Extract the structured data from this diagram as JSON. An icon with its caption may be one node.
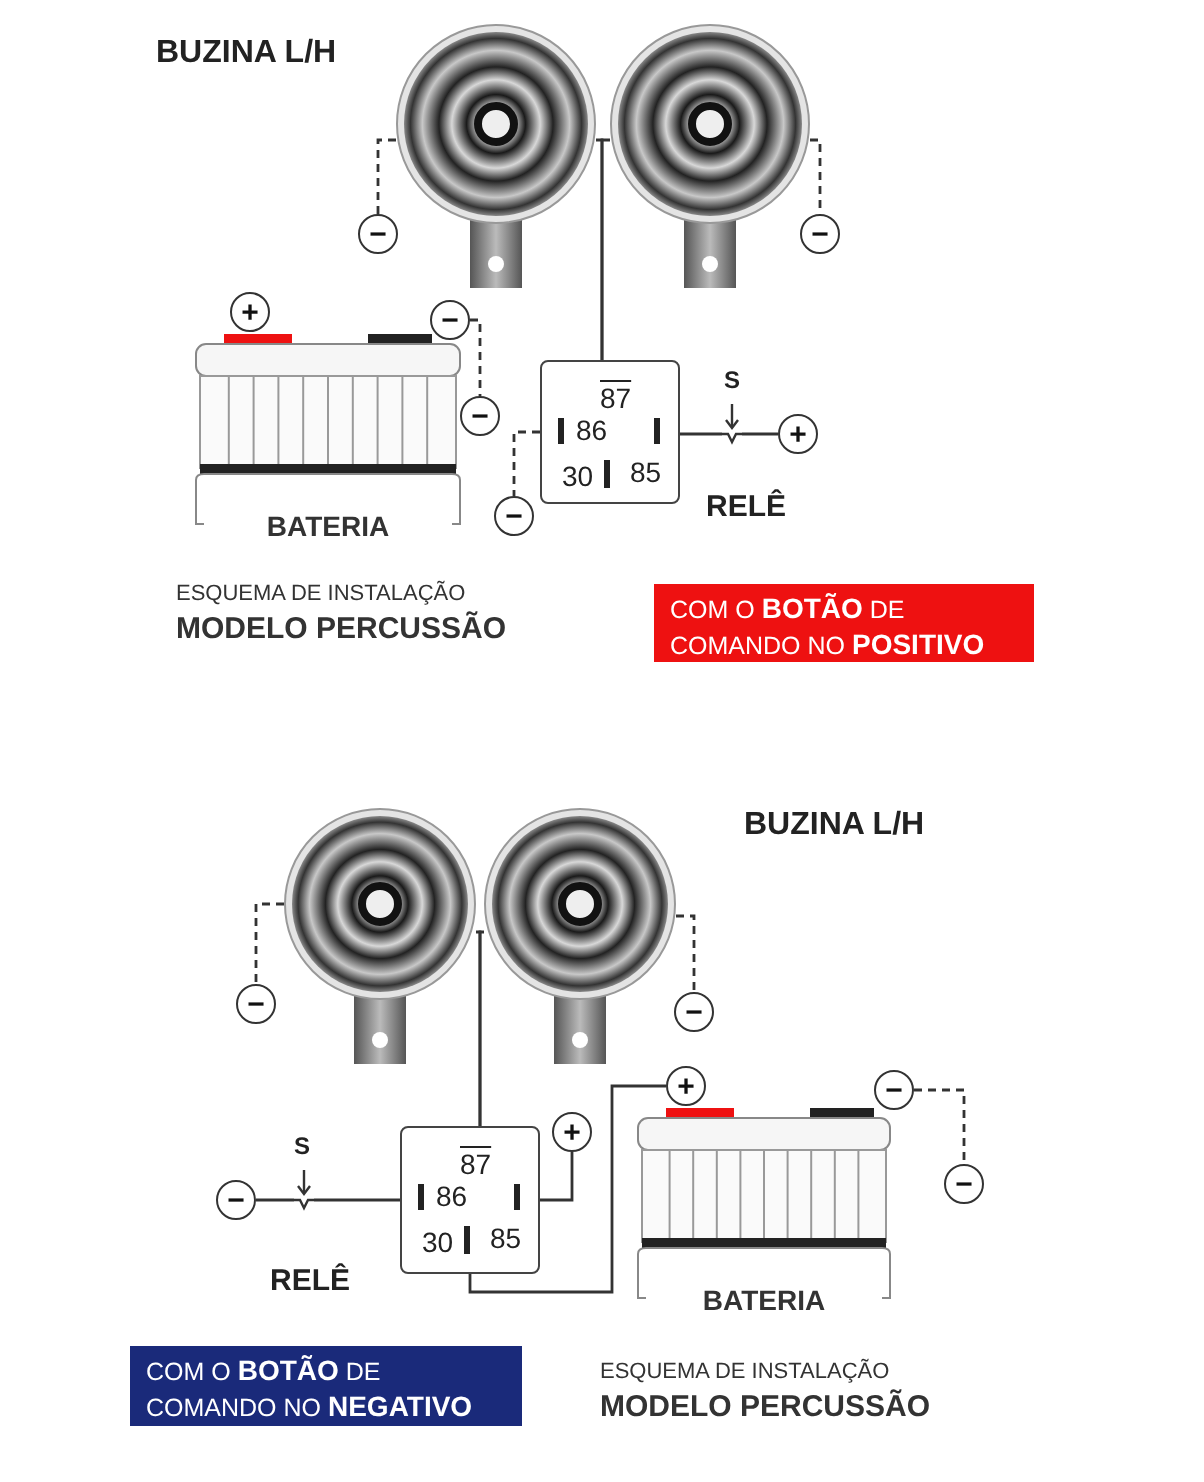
{
  "diagram": {
    "nodes": [
      {
        "text": [],
        "shape": "picture"
      },
      {
        "text": [],
        "shape": "picture"
      },
      {
        "text": [
          "87",
          "86",
          "30",
          "85"
        ],
        "beside": [
          "RELÊ"
        ]
      },
      {
        "text": [
          "BATERIA"
        ]
      },
      {
        "text": [
          "−"
        ]
      },
      {
        "text": [
          "−"
        ]
      },
      {
        "text": [
          "+"
        ]
      },
      {
        "text": [
          "−"
        ]
      },
      {
        "text": [
          "−"
        ]
      },
      {
        "text": [
          "−"
        ]
      },
      {
        "text": [
          "+"
        ]
      },
      {
        "text": [],
        "shape": "picture"
      },
      {
        "text": [],
        "shape": "picture"
      },
      {
        "text": [
          "87",
          "86",
          "30",
          "85"
        ],
        "beside": [
          "RELÊ"
        ]
      },
      {
        "text": [
          "BATERIA"
        ]
      },
      {
        "text": [
          "−"
        ]
      },
      {
        "text": [
          "−"
        ]
      },
      {
        "text": [
          "+"
        ]
      },
      {
        "text": [
          "−"
        ]
      },
      {
        "text": [
          "+"
        ]
      },
      {
        "text": [
          "−"
        ]
      },
      {
        "text": [
          "−"
        ]
      },
      {
        "text": [
          "COM O **BOTÃO** DE COMANDO NO **POSITIVO**"
        ]
      },
      {
        "text": [
          "COM O **BOTÃO** DE COMANDO NO **NEGATIVO**"
        ]
      }
    ],
    "edges": [
      {
        "from": 0,
        "to": 2,
        "arrow": "none"
      },
      {
        "from": 1,
        "to": 2,
        "arrow": "none"
      },
      {
        "from": 0,
        "to": 4,
        "arrow": "none",
        "style": "dashed"
      },
      {
        "from": 1,
        "to": 5,
        "arrow": "none",
        "style": "dashed"
      },
      {
        "from": 7,
        "to": 8,
        "arrow": "none",
        "style": "dashed"
      },
      {
        "from": 2,
        "to": 9,
        "arrow": "none",
        "style": "dashed"
      },
      {
        "from": 2,
        "to": 10,
        "arrow": "none"
      },
      {
        "from": 11,
        "to": 13,
        "arrow": "none"
      },
      {
        "from": 12,
        "to": 13,
        "arrow": "none"
      },
      {
        "from": 11,
        "to": 15,
        "arrow": "none",
        "style": "dashed"
      },
      {
        "from": 12,
        "to": 16,
        "arrow": "none",
        "style": "dashed"
      },
      {
        "from": 13,
        "to": 17,
        "arrow": "none"
      },
      {
        "from": 13,
        "to": 18,
        "arrow": "none"
      },
      {
        "from": 13,
        "to": 19,
        "arrow": "none"
      },
      {
        "from": 20,
        "to": 21,
        "arrow": "none",
        "style": "dashed"
      }
    ],
    "labels": [
      "BUZINA L/H",
      "S",
      "ESQUEMA DE INSTALAÇÃO",
      "MODELO PERCUSSÃO",
      "BUZINA L/H",
      "S",
      "ESQUEMA DE INSTALAÇÃO",
      "MODELO PERCUSSÃO"
    ]
  }
}
